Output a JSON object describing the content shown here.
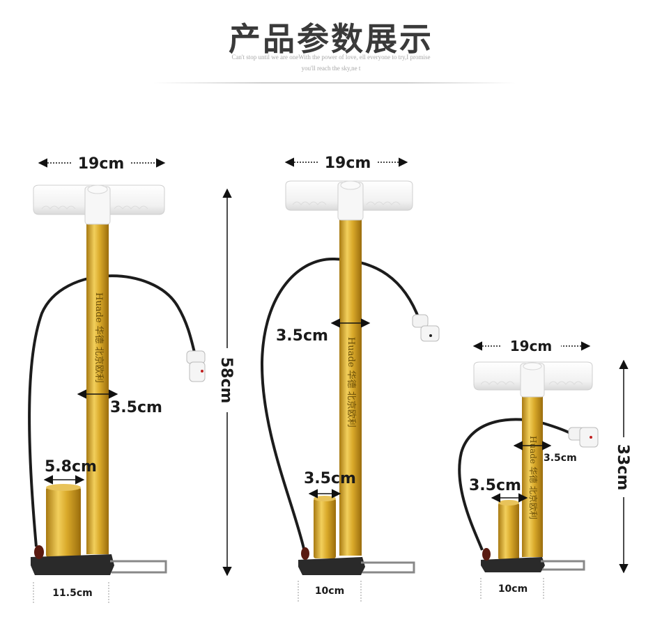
{
  "header": {
    "title": "产品参数展示",
    "subtitle_line1": "Can't stop until we are oneWith the power of love, ell everyone to try,I promise",
    "subtitle_line2": "you'll reach the sky,ne t"
  },
  "pumps": [
    {
      "handle_width": "19cm",
      "height": "58cm",
      "barrel_diameter": "3.5cm",
      "cylinder_diameter": "5.8cm",
      "base_width": "11.5cm",
      "barrel_print": "Huade 华德 北京欧利"
    },
    {
      "handle_width": "19cm",
      "barrel_diameter": "3.5cm",
      "cylinder_diameter": "3.5cm",
      "base_width": "10cm",
      "barrel_print": "Huade 华德 北京欧利"
    },
    {
      "handle_width": "19cm",
      "height": "33cm",
      "barrel_diameter": "3.5cm",
      "cylinder_diameter": "3.5cm",
      "base_width": "10cm",
      "barrel_print": "Huade 华德 北京欧利"
    }
  ],
  "colors": {
    "barrel_gold": "#d9a92a",
    "handle_white": "#f4f4f4",
    "hose_black": "#1c1c1c",
    "base_dark": "#2a2a2a",
    "title_gray": "#3a3a3a"
  }
}
